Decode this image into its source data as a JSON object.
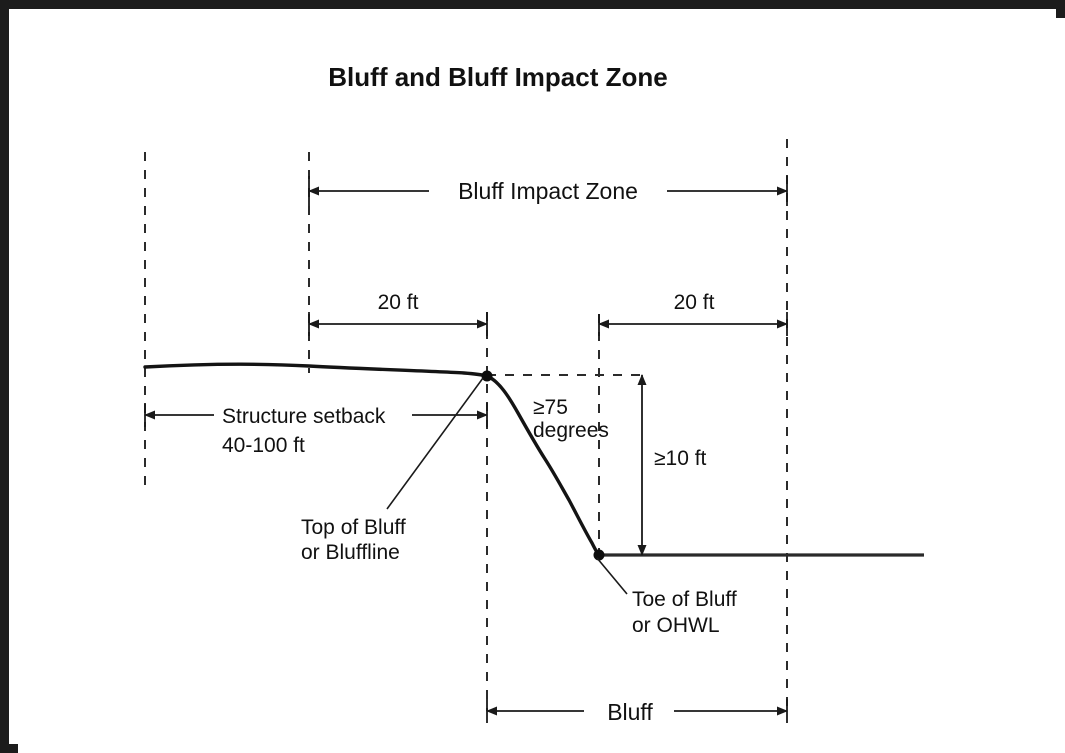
{
  "figure": {
    "title": "Bluff and Bluff Impact Zone",
    "background_color": "#ffffff",
    "border_color": "#1c1c1c",
    "line_color": "#1a1a1a"
  },
  "labels": {
    "bluff_impact_zone": "Bluff Impact Zone",
    "setback_left_20ft": "20 ft",
    "setback_right_20ft": "20 ft",
    "structure_setback_line1": "Structure setback",
    "structure_setback_line2": "40-100 ft",
    "angle_line1": "≥75",
    "angle_line2": "degrees",
    "height_min": "≥10 ft",
    "top_of_bluff_line1": "Top of Bluff",
    "top_of_bluff_line2": "or Bluffline",
    "toe_of_bluff_line1": "Toe of Bluff",
    "toe_of_bluff_line2": "or OHWL",
    "bluff_extent": "Bluff"
  },
  "chart_data": {
    "type": "line",
    "title": "Bluff and Bluff Impact Zone",
    "xlabel": "",
    "ylabel": "",
    "grid": false,
    "legend": null,
    "annotations": [
      {
        "name": "bluff-impact-zone",
        "text": "Bluff Impact Zone",
        "kind": "horizontal-dimension",
        "x_start": 300,
        "x_end": 778,
        "y": 182
      },
      {
        "name": "setback-left-20ft",
        "text": "20 ft",
        "kind": "horizontal-dimension",
        "x_start": 300,
        "x_end": 478,
        "y": 315
      },
      {
        "name": "setback-right-20ft",
        "text": "20 ft",
        "kind": "horizontal-dimension",
        "x_start": 590,
        "x_end": 778,
        "y": 315
      },
      {
        "name": "structure-setback",
        "text": "Structure setback 40-100 ft",
        "kind": "horizontal-dimension",
        "x_start": 136,
        "x_end": 478,
        "y": 406
      },
      {
        "name": "bluff-height",
        "text": "≥10 ft",
        "kind": "vertical-dimension",
        "x": 633,
        "y_start": 366,
        "y_end": 546
      },
      {
        "name": "bluff-extent",
        "text": "Bluff",
        "kind": "horizontal-dimension",
        "x_start": 478,
        "x_end": 778,
        "y": 702
      },
      {
        "name": "bluff-angle",
        "text": "≥75 degrees",
        "kind": "note",
        "x": 525,
        "y": 400
      },
      {
        "name": "top-of-bluff",
        "text": "Top of Bluff or Bluffline",
        "kind": "callout",
        "x": 478,
        "y": 367
      },
      {
        "name": "toe-of-bluff",
        "text": "Toe of Bluff or OHWL",
        "kind": "callout",
        "x": 590,
        "y": 546
      }
    ],
    "reference_points": [
      {
        "name": "top-of-bluff",
        "x": 478,
        "y": 367
      },
      {
        "name": "toe-of-bluff",
        "x": 590,
        "y": 546
      }
    ],
    "series": [
      {
        "name": "ground-profile",
        "points": [
          [
            136,
            358
          ],
          [
            190,
            356
          ],
          [
            240,
            355
          ],
          [
            300,
            357
          ],
          [
            360,
            359
          ],
          [
            410,
            361
          ],
          [
            445,
            363
          ],
          [
            470,
            366
          ],
          [
            478,
            367
          ],
          [
            492,
            374
          ],
          [
            505,
            392
          ],
          [
            518,
            415
          ],
          [
            530,
            438
          ],
          [
            545,
            462
          ],
          [
            558,
            487
          ],
          [
            570,
            512
          ],
          [
            580,
            532
          ],
          [
            590,
            546
          ]
        ]
      },
      {
        "name": "water-surface",
        "points": [
          [
            589,
            546
          ],
          [
            915,
            546
          ]
        ]
      }
    ],
    "guides": [
      {
        "name": "guide-setback-origin",
        "kind": "vertical-dashed",
        "x": 136,
        "y_start": 143,
        "y_end": 480
      },
      {
        "name": "guide-biz-left",
        "kind": "vertical-dashed",
        "x": 300,
        "y_start": 143,
        "y_end": 364
      },
      {
        "name": "guide-top-of-bluff",
        "kind": "vertical-dashed",
        "x": 478,
        "y_start": 303,
        "y_end": 702
      },
      {
        "name": "guide-toe-of-bluff",
        "kind": "vertical-dashed",
        "x": 590,
        "y_start": 305,
        "y_end": 546
      },
      {
        "name": "guide-biz-right",
        "kind": "vertical-dashed",
        "x": 778,
        "y_start": 130,
        "y_end": 702
      },
      {
        "name": "guide-crest-level",
        "kind": "horizontal-dashed",
        "y": 366,
        "x_start": 478,
        "x_end": 633
      }
    ]
  }
}
